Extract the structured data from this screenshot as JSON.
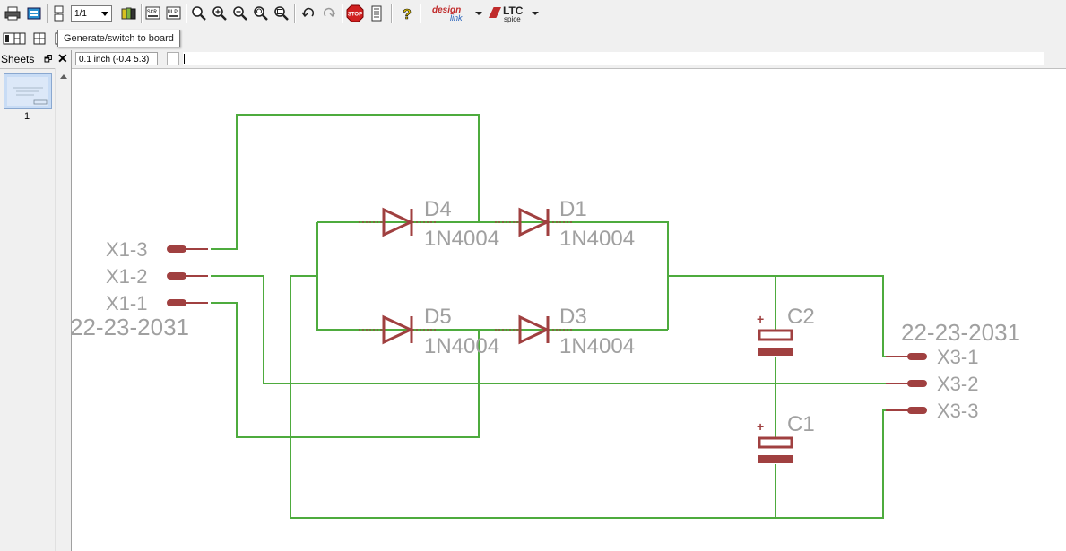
{
  "toolbar": {
    "sheet_select_value": "1/1",
    "design_link": {
      "line1": "design",
      "line2": "link"
    },
    "ltc_spice": {
      "line1": "LTC",
      "line2": "spice"
    },
    "stop_label": "STOP",
    "help_glyph": "?",
    "icons": [
      "print-icon",
      "cam-icon",
      "sheet-stack-icon",
      "layer-book-icon",
      "script-icon",
      "ulp-icon",
      "zoom-fit-icon",
      "zoom-in-icon",
      "zoom-out-icon",
      "zoom-redraw-icon",
      "zoom-select-icon",
      "undo-icon",
      "redo-icon",
      "stop-icon",
      "go-icon",
      "help-icon"
    ]
  },
  "toolbar2": {
    "tooltip": "Generate/switch to board",
    "icons": [
      "sheet-view-icon",
      "board-view-icon",
      "grid-view-icon"
    ]
  },
  "sheets_panel": {
    "title": "Sheets",
    "restore_glyph": "🗗",
    "close_glyph": "✕",
    "sheet_number": "1"
  },
  "command_line": {
    "coordinates": "0.1 inch (-0.4 5.3)",
    "value": ""
  },
  "schematic": {
    "colors": {
      "wire": "#4eab3e",
      "part": "#a04040",
      "text": "#a0a0a0"
    },
    "connector_x1": {
      "pins": [
        "X1-3",
        "X1-2",
        "X1-1"
      ],
      "value": "22-23-2031"
    },
    "connector_x3": {
      "pins": [
        "X3-1",
        "X3-2",
        "X3-3"
      ],
      "value": "22-23-2031"
    },
    "diodes": [
      {
        "name": "D4",
        "value": "1N4004"
      },
      {
        "name": "D1",
        "value": "1N4004"
      },
      {
        "name": "D5",
        "value": "1N4004"
      },
      {
        "name": "D3",
        "value": "1N4004"
      }
    ],
    "capacitors": [
      {
        "name": "C2",
        "polarity": "+"
      },
      {
        "name": "C1",
        "polarity": "+"
      }
    ]
  }
}
